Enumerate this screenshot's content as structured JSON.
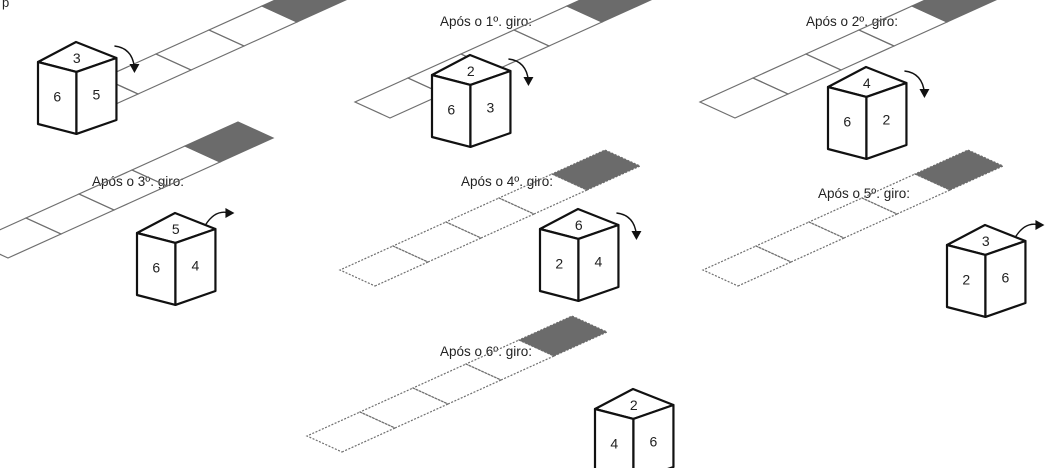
{
  "top_text": "p",
  "captions": [
    "Após o 1º. giro:",
    "Após o 2º. giro:",
    "Após o 3º. giro:",
    "Após o 4º. giro:",
    "Após o 5º. giro:",
    "Após o 6º. giro:"
  ],
  "states": [
    {
      "top": "3",
      "front": "6",
      "side": "5",
      "arrow": "down"
    },
    {
      "top": "2",
      "front": "6",
      "side": "3",
      "arrow": "down"
    },
    {
      "top": "4",
      "front": "6",
      "side": "2",
      "arrow": "down"
    },
    {
      "top": "5",
      "front": "6",
      "side": "4",
      "arrow": "up"
    },
    {
      "top": "6",
      "front": "2",
      "side": "4",
      "arrow": "down"
    },
    {
      "top": "3",
      "front": "2",
      "side": "6",
      "arrow": "up"
    },
    {
      "top": "2",
      "front": "4",
      "side": "6",
      "arrow": "none"
    }
  ],
  "colors": {
    "line": "#6f6f6f",
    "cube": "#111111",
    "target": "#6b6b6b"
  }
}
